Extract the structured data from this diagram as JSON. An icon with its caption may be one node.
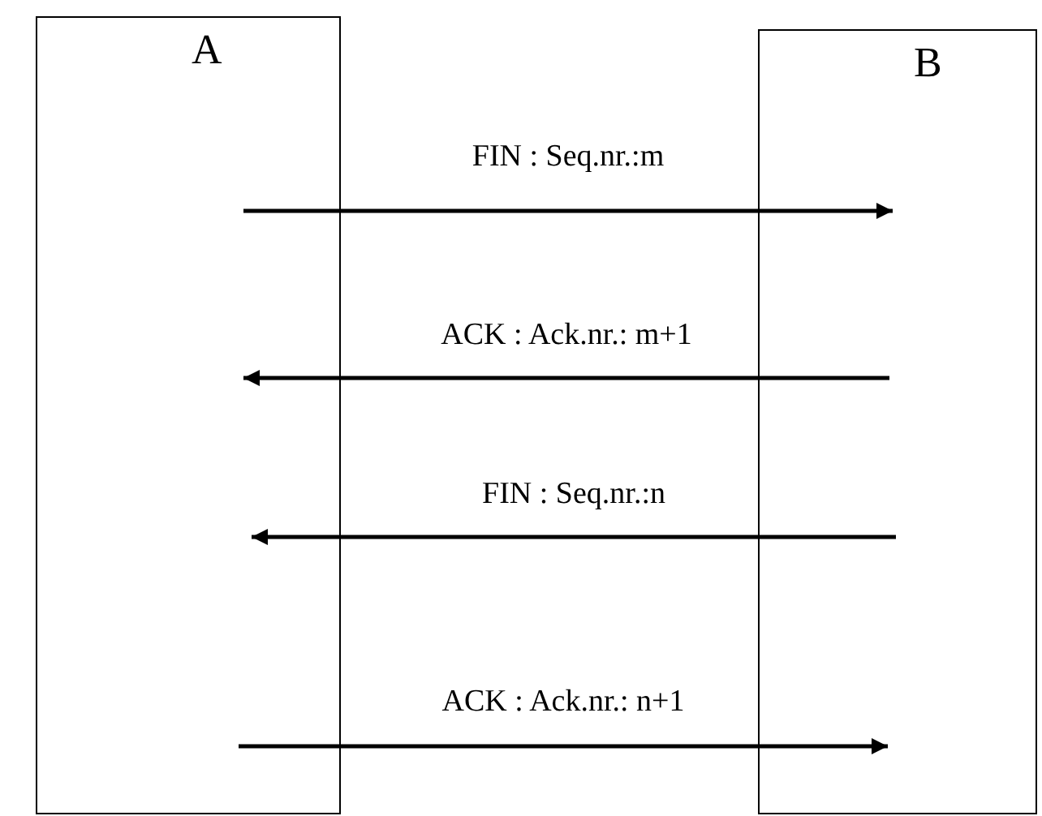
{
  "diagram": {
    "nodes": [
      {
        "text": [
          "A"
        ]
      },
      {
        "text": [
          "B"
        ]
      }
    ],
    "edges": [
      {
        "from": 0,
        "to": 1,
        "arrow": "to",
        "label": "FIN : Seq.nr.:m"
      },
      {
        "from": 1,
        "to": 0,
        "arrow": "to",
        "label": "ACK : Ack.nr.: m+1"
      },
      {
        "from": 1,
        "to": 0,
        "arrow": "to",
        "label": "FIN : Seq.nr.:n"
      },
      {
        "from": 0,
        "to": 1,
        "arrow": "to",
        "label": "ACK : Ack.nr.: n+1"
      }
    ]
  }
}
